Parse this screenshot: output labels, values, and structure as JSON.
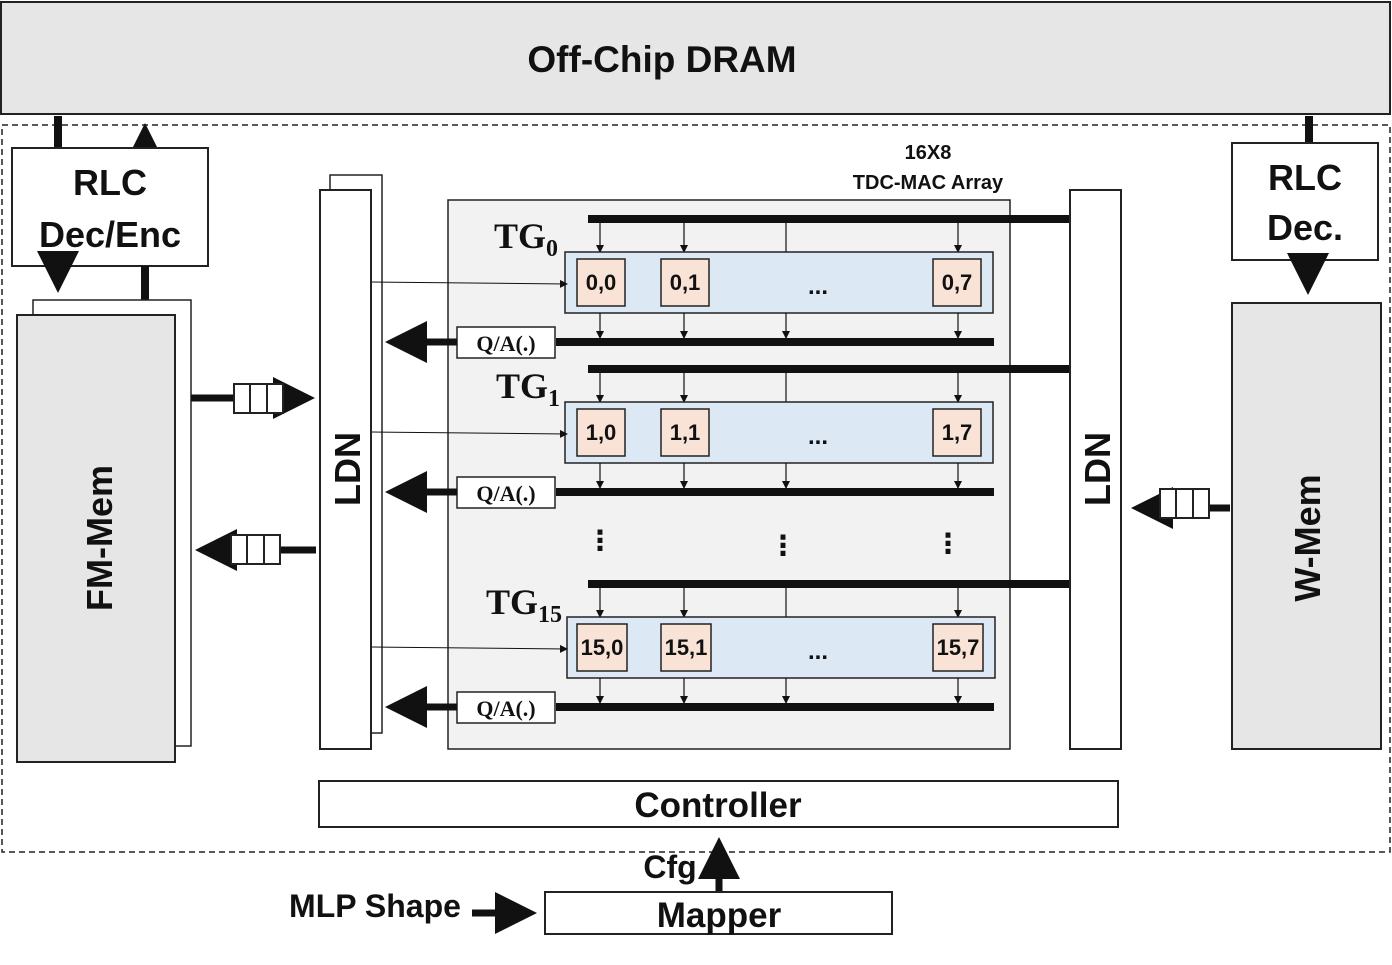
{
  "dram": {
    "label": "Off-Chip DRAM"
  },
  "rlc_left": {
    "line1": "RLC",
    "line2": "Dec/Enc"
  },
  "rlc_right": {
    "line1": "RLC",
    "line2": "Dec."
  },
  "fm_mem": {
    "label": "FM-Mem"
  },
  "w_mem": {
    "label": "W-Mem"
  },
  "ldn_left": {
    "label": "LDN"
  },
  "ldn_right": {
    "label": "LDN"
  },
  "array_title": {
    "line1": "16X8",
    "line2": "TDC-MAC Array"
  },
  "tile_groups": [
    {
      "tg": "TG",
      "sub": "0",
      "cells": [
        "0,0",
        "0,1",
        "0,7"
      ],
      "ellipsis": "...",
      "qa": "Q/A(.)"
    },
    {
      "tg": "TG",
      "sub": "1",
      "cells": [
        "1,0",
        "1,1",
        "1,7"
      ],
      "ellipsis": "...",
      "qa": "Q/A(.)"
    },
    {
      "tg": "TG",
      "sub": "15",
      "cells": [
        "15,0",
        "15,1",
        "15,7"
      ],
      "ellipsis": "...",
      "qa": "Q/A(.)"
    }
  ],
  "vdots": "⋮",
  "controller": {
    "label": "Controller"
  },
  "mapper": {
    "label": "Mapper"
  },
  "cfg": {
    "label": "Cfg"
  },
  "mlp_shape": {
    "label": "MLP Shape"
  },
  "colors": {
    "block_gray": "#e6e6e6",
    "array_bg": "#f2f2f2",
    "tg_row": "#dce8f4",
    "pe_cell": "#f9e3d6",
    "line": "#111111"
  }
}
